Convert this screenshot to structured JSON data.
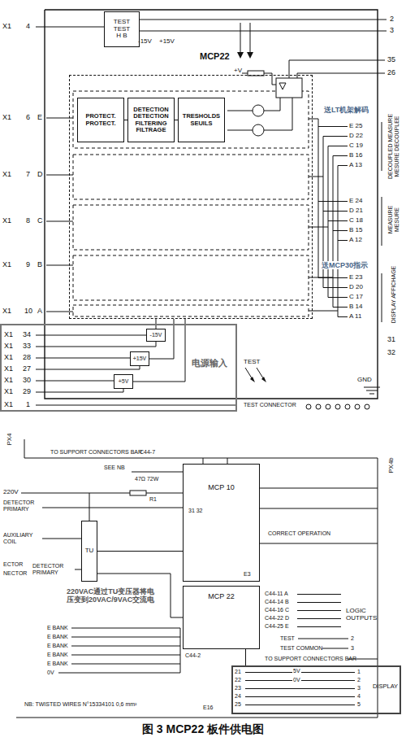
{
  "diagram": {
    "caption": "图 3 MCP22 板件供电图",
    "nodes": [
      {
        "text": [
          "TEST TEST",
          "H B"
        ]
      },
      {
        "text": [
          "MCP22"
        ]
      },
      {
        "text": [
          "PROTECT. PROTECT."
        ],
        "in": 1
      },
      {
        "text": [
          "DETECTION DETECTION FILTERING FILTRAGE"
        ],
        "in": 1
      },
      {
        "text": [
          "TRESHOLDS SEUILS"
        ],
        "in": 1
      },
      {
        "text": [
          "电源输入"
        ]
      },
      {
        "text": [
          "-15V"
        ],
        "in": 5
      },
      {
        "text": [
          "+15V"
        ],
        "in": 5
      },
      {
        "text": [
          "+5V"
        ],
        "in": 5
      },
      {
        "text": [
          "TU"
        ]
      },
      {
        "text": [
          "MCP 10"
        ]
      },
      {
        "text": [
          "MCP 22"
        ]
      },
      {
        "text": [
          "DISPLAY"
        ]
      }
    ],
    "edges": [
      {
        "from": 2,
        "to": 3,
        "arrow": "none"
      },
      {
        "from": 3,
        "to": 4,
        "arrow": "none"
      },
      {
        "from": 9,
        "to": 10,
        "arrow": "none"
      },
      {
        "from": 9,
        "to": 11,
        "arrow": "none"
      },
      {
        "from": 11,
        "to": 12,
        "arrow": "none"
      }
    ],
    "labels": [
      "X1",
      "4",
      "X1",
      "6",
      "E",
      "X1",
      "7",
      "D",
      "X1",
      "8",
      "C",
      "X1",
      "9",
      "B",
      "X1",
      "10",
      "A",
      "X1",
      "34",
      "X1",
      "33",
      "X1",
      "28",
      "X1",
      "27",
      "X1",
      "30",
      "X1",
      "29",
      "X1",
      "1",
      "-15V",
      "+15V",
      "+V",
      "2",
      "3",
      "35",
      "26",
      "E 25",
      "D 22",
      "C 19",
      "B 16",
      "A 13",
      "E 24",
      "D 21",
      "C 18",
      "B 15",
      "A 12",
      "E 23",
      "D 20",
      "C 17",
      "B 14",
      "A 11",
      "DECOUPLED MEASURE MESURE DECOUPLEE",
      "MEASURE MESURE",
      "DISPLAY AFFICHAGE",
      "送LT机架解码",
      "送MCP30指示",
      "31",
      "32",
      "TEST",
      "GND",
      "TEST CONNECTOR",
      "PX4",
      "220V",
      "TO SUPPORT CONNECTORS BAR",
      "C44-7",
      "SEE NB",
      "47Ω 72W",
      "R1",
      "DETECTOR PRIMARY",
      "AUXILIARY COIL",
      "ECTOR",
      "NECTOR",
      "DETECTOR PRIMARY",
      "31 32",
      "CORRECT OPERATION",
      "PX4b",
      "LOGIC OUTPUTS",
      "C44-11 A",
      "C44-14 B",
      "C44-16 C",
      "C44-22 D",
      "C44-25 E",
      "TEST",
      "TEST COMMON",
      "2",
      "3",
      "C44-2",
      "TO SUPPORT CONNECTORS BAR",
      "E BANK",
      "E BANK",
      "E BANK",
      "E BANK",
      "E BANK",
      "0V",
      "NB: TWISTED WIRES N°15334101 0,6 mm²",
      "E3",
      "E16",
      "220VAC通过TU变压器将电压变到20VAC/9VAC交流电",
      "5V",
      "0V",
      "21",
      "22",
      "23",
      "24",
      "25",
      "1",
      "2",
      "3",
      "4",
      "5"
    ]
  }
}
